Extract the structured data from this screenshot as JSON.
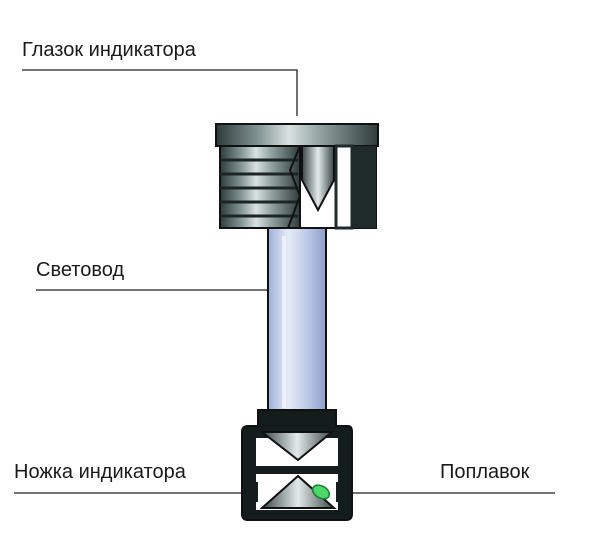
{
  "labels": {
    "eyepiece": "Глазок индикатора",
    "light_guide": "Световод",
    "indicator_leg": "Ножка индикатора",
    "float": "Поплавок"
  },
  "colors": {
    "background": "#ffffff",
    "outline": "#111111",
    "leader_line": "#222222",
    "metal_dark": "#2f3b3b",
    "metal_mid": "#6f8282",
    "metal_light": "#c9d6d4",
    "light_guide": "#b9c6e6",
    "light_guide_highlight": "#e6ecf8",
    "float_accent": "#4cd96a"
  }
}
